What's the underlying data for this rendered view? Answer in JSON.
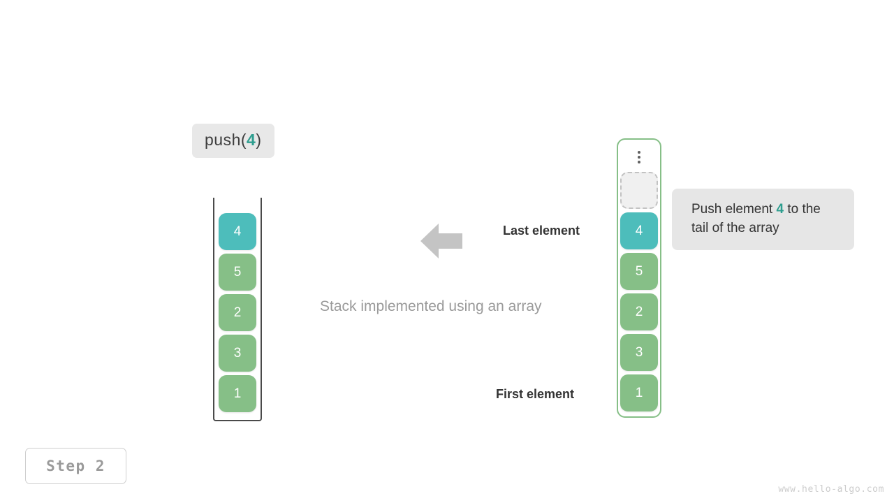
{
  "operation": {
    "prefix": "push(",
    "argument": "4",
    "suffix": ")"
  },
  "stack": {
    "caption": "Stack implemented using an array",
    "items": [
      {
        "value": "4",
        "color": "teal"
      },
      {
        "value": "5",
        "color": "green"
      },
      {
        "value": "2",
        "color": "green"
      },
      {
        "value": "3",
        "color": "green"
      },
      {
        "value": "1",
        "color": "green"
      }
    ]
  },
  "annotations": {
    "last_element": "Last element",
    "first_element": "First element",
    "arrow_icon": "arrow-left-icon"
  },
  "array": {
    "ellipsis_icon": "vertical-ellipsis-icon",
    "empty_slot_label": "",
    "items": [
      {
        "value": "4",
        "color": "teal"
      },
      {
        "value": "5",
        "color": "green"
      },
      {
        "value": "2",
        "color": "green"
      },
      {
        "value": "3",
        "color": "green"
      },
      {
        "value": "1",
        "color": "green"
      }
    ]
  },
  "tooltip": {
    "text_before": "Push element ",
    "highlight": "4",
    "text_after": " to the tail of the array"
  },
  "step": {
    "label": "Step 2"
  },
  "watermark": {
    "text": "www.hello-algo.com"
  },
  "colors": {
    "teal": "#4dbdbb",
    "green": "#86bf87",
    "accent_text": "#2e9e8f",
    "arrow": "#c4c4c4",
    "label_bg": "#e8e8e8",
    "tooltip_bg": "#e6e6e6"
  }
}
